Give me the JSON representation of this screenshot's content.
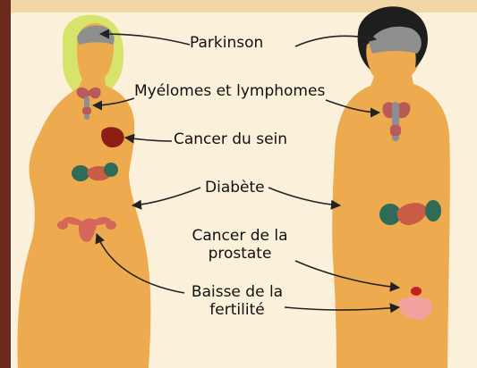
{
  "labels": {
    "parkinson": "Parkinson",
    "myelomes": "Myélomes et lymphomes",
    "cancer_sein": "Cancer du sein",
    "diabete": "Diabète",
    "cancer_prostate_line1": "Cancer de la",
    "cancer_prostate_line2": "prostate",
    "baisse_line1": "Baisse de la",
    "baisse_line2": "fertilité"
  },
  "colors": {
    "background": "#FBF1DB",
    "body": "#EEAA4E",
    "female_hair": "#D7E36A",
    "male_hair": "#1E1E1E",
    "brain": "#8E8E8E",
    "thyroid": "#B85A57",
    "spine": "#8B8E92",
    "breast_tumor": "#8D1E14",
    "pancreas": "#C85C45",
    "kidney": "#2F6B57",
    "reproductive": "#D6655A",
    "prostate": "#F4A2A0",
    "prostate_tumor": "#C51E24",
    "side_strip": "#6B2A1B"
  }
}
